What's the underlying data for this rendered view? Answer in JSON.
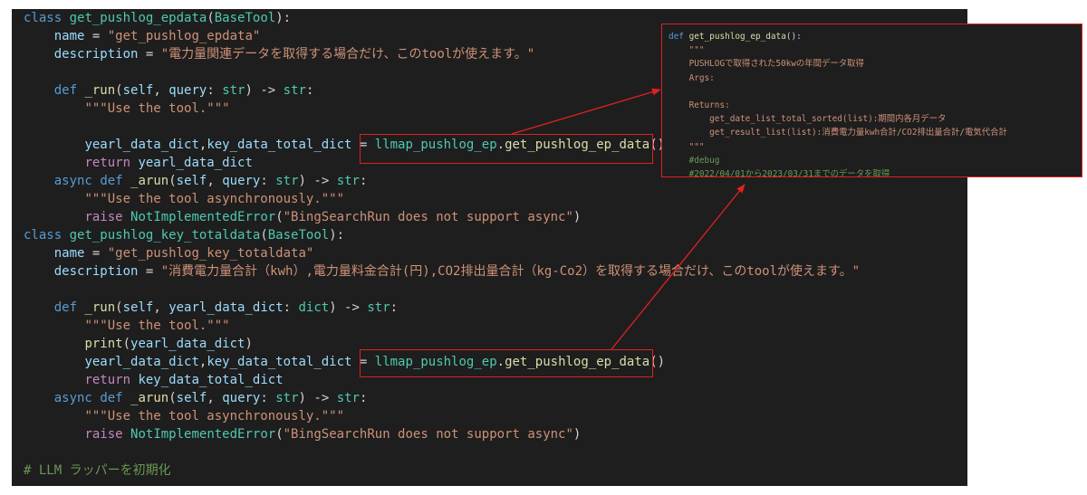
{
  "code": {
    "lines": [
      [
        {
          "t": "class",
          "c": "kw"
        },
        {
          "t": " ",
          "c": "op"
        },
        {
          "t": "get_pushlog_epdata",
          "c": "cls"
        },
        {
          "t": "(",
          "c": "op"
        },
        {
          "t": "BaseTool",
          "c": "cls"
        },
        {
          "t": "):",
          "c": "op"
        }
      ],
      [
        {
          "t": "    ",
          "c": "op"
        },
        {
          "t": "name",
          "c": "var"
        },
        {
          "t": " = ",
          "c": "op"
        },
        {
          "t": "\"get_pushlog_epdata\"",
          "c": "str"
        }
      ],
      [
        {
          "t": "    ",
          "c": "op"
        },
        {
          "t": "description",
          "c": "var"
        },
        {
          "t": " = ",
          "c": "op"
        },
        {
          "t": "\"電力量関連データを取得する場合だけ、このtoolが使えます。\"",
          "c": "str"
        }
      ],
      [],
      [
        {
          "t": "    ",
          "c": "op"
        },
        {
          "t": "def",
          "c": "kw"
        },
        {
          "t": " ",
          "c": "op"
        },
        {
          "t": "_run",
          "c": "fn"
        },
        {
          "t": "(",
          "c": "op"
        },
        {
          "t": "self",
          "c": "var"
        },
        {
          "t": ", ",
          "c": "op"
        },
        {
          "t": "query",
          "c": "var"
        },
        {
          "t": ": ",
          "c": "op"
        },
        {
          "t": "str",
          "c": "cls"
        },
        {
          "t": ") -> ",
          "c": "op"
        },
        {
          "t": "str",
          "c": "cls"
        },
        {
          "t": ":",
          "c": "op"
        }
      ],
      [
        {
          "t": "        ",
          "c": "op"
        },
        {
          "t": "\"\"\"Use the tool.\"\"\"",
          "c": "str"
        }
      ],
      [],
      [
        {
          "t": "        ",
          "c": "op"
        },
        {
          "t": "yearl_data_dict",
          "c": "var"
        },
        {
          "t": ",",
          "c": "op"
        },
        {
          "t": "key_data_total_dict",
          "c": "var"
        },
        {
          "t": " = ",
          "c": "op"
        },
        {
          "t": "llmap_pushlog_ep",
          "c": "cls"
        },
        {
          "t": ".",
          "c": "op"
        },
        {
          "t": "get_pushlog_ep_data",
          "c": "fn"
        },
        {
          "t": "()",
          "c": "op"
        }
      ],
      [
        {
          "t": "        ",
          "c": "op"
        },
        {
          "t": "return",
          "c": "ctrl"
        },
        {
          "t": " ",
          "c": "op"
        },
        {
          "t": "yearl_data_dict",
          "c": "var"
        }
      ],
      [
        {
          "t": "    ",
          "c": "op"
        },
        {
          "t": "async",
          "c": "kw"
        },
        {
          "t": " ",
          "c": "op"
        },
        {
          "t": "def",
          "c": "kw"
        },
        {
          "t": " ",
          "c": "op"
        },
        {
          "t": "_arun",
          "c": "fn"
        },
        {
          "t": "(",
          "c": "op"
        },
        {
          "t": "self",
          "c": "var"
        },
        {
          "t": ", ",
          "c": "op"
        },
        {
          "t": "query",
          "c": "var"
        },
        {
          "t": ": ",
          "c": "op"
        },
        {
          "t": "str",
          "c": "cls"
        },
        {
          "t": ") -> ",
          "c": "op"
        },
        {
          "t": "str",
          "c": "cls"
        },
        {
          "t": ":",
          "c": "op"
        }
      ],
      [
        {
          "t": "        ",
          "c": "op"
        },
        {
          "t": "\"\"\"Use the tool asynchronously.\"\"\"",
          "c": "str"
        }
      ],
      [
        {
          "t": "        ",
          "c": "op"
        },
        {
          "t": "raise",
          "c": "ctrl"
        },
        {
          "t": " ",
          "c": "op"
        },
        {
          "t": "NotImplementedError",
          "c": "cls"
        },
        {
          "t": "(",
          "c": "op"
        },
        {
          "t": "\"BingSearchRun does not support async\"",
          "c": "str"
        },
        {
          "t": ")",
          "c": "op"
        }
      ],
      [
        {
          "t": "class",
          "c": "kw"
        },
        {
          "t": " ",
          "c": "op"
        },
        {
          "t": "get_pushlog_key_totaldata",
          "c": "cls"
        },
        {
          "t": "(",
          "c": "op"
        },
        {
          "t": "BaseTool",
          "c": "cls"
        },
        {
          "t": "):",
          "c": "op"
        }
      ],
      [
        {
          "t": "    ",
          "c": "op"
        },
        {
          "t": "name",
          "c": "var"
        },
        {
          "t": " = ",
          "c": "op"
        },
        {
          "t": "\"get_pushlog_key_totaldata\"",
          "c": "str"
        }
      ],
      [
        {
          "t": "    ",
          "c": "op"
        },
        {
          "t": "description",
          "c": "var"
        },
        {
          "t": " = ",
          "c": "op"
        },
        {
          "t": "\"消費電力量合計（kwh）,電力量料金合計(円),CO2排出量合計（kg-Co2）を取得する場合だけ、このtoolが使えます。\"",
          "c": "str"
        }
      ],
      [],
      [
        {
          "t": "    ",
          "c": "op"
        },
        {
          "t": "def",
          "c": "kw"
        },
        {
          "t": " ",
          "c": "op"
        },
        {
          "t": "_run",
          "c": "fn"
        },
        {
          "t": "(",
          "c": "op"
        },
        {
          "t": "self",
          "c": "var"
        },
        {
          "t": ", ",
          "c": "op"
        },
        {
          "t": "yearl_data_dict",
          "c": "var"
        },
        {
          "t": ": ",
          "c": "op"
        },
        {
          "t": "dict",
          "c": "cls"
        },
        {
          "t": ") -> ",
          "c": "op"
        },
        {
          "t": "str",
          "c": "cls"
        },
        {
          "t": ":",
          "c": "op"
        }
      ],
      [
        {
          "t": "        ",
          "c": "op"
        },
        {
          "t": "\"\"\"Use the tool.\"\"\"",
          "c": "str"
        }
      ],
      [
        {
          "t": "        ",
          "c": "op"
        },
        {
          "t": "print",
          "c": "fn"
        },
        {
          "t": "(",
          "c": "op"
        },
        {
          "t": "yearl_data_dict",
          "c": "var"
        },
        {
          "t": ")",
          "c": "op"
        }
      ],
      [
        {
          "t": "        ",
          "c": "op"
        },
        {
          "t": "yearl_data_dict",
          "c": "var"
        },
        {
          "t": ",",
          "c": "op"
        },
        {
          "t": "key_data_total_dict",
          "c": "var"
        },
        {
          "t": " = ",
          "c": "op"
        },
        {
          "t": "llmap_pushlog_ep",
          "c": "cls"
        },
        {
          "t": ".",
          "c": "op"
        },
        {
          "t": "get_pushlog_ep_data",
          "c": "fn"
        },
        {
          "t": "()",
          "c": "op"
        }
      ],
      [
        {
          "t": "        ",
          "c": "op"
        },
        {
          "t": "return",
          "c": "ctrl"
        },
        {
          "t": " ",
          "c": "op"
        },
        {
          "t": "key_data_total_dict",
          "c": "var"
        }
      ],
      [
        {
          "t": "    ",
          "c": "op"
        },
        {
          "t": "async",
          "c": "kw"
        },
        {
          "t": " ",
          "c": "op"
        },
        {
          "t": "def",
          "c": "kw"
        },
        {
          "t": " ",
          "c": "op"
        },
        {
          "t": "_arun",
          "c": "fn"
        },
        {
          "t": "(",
          "c": "op"
        },
        {
          "t": "self",
          "c": "var"
        },
        {
          "t": ", ",
          "c": "op"
        },
        {
          "t": "query",
          "c": "var"
        },
        {
          "t": ": ",
          "c": "op"
        },
        {
          "t": "str",
          "c": "cls"
        },
        {
          "t": ") -> ",
          "c": "op"
        },
        {
          "t": "str",
          "c": "cls"
        },
        {
          "t": ":",
          "c": "op"
        }
      ],
      [
        {
          "t": "        ",
          "c": "op"
        },
        {
          "t": "\"\"\"Use the tool asynchronously.\"\"\"",
          "c": "str"
        }
      ],
      [
        {
          "t": "        ",
          "c": "op"
        },
        {
          "t": "raise",
          "c": "ctrl"
        },
        {
          "t": " ",
          "c": "op"
        },
        {
          "t": "NotImplementedError",
          "c": "cls"
        },
        {
          "t": "(",
          "c": "op"
        },
        {
          "t": "\"BingSearchRun does not support async\"",
          "c": "str"
        },
        {
          "t": ")",
          "c": "op"
        }
      ],
      [],
      [
        {
          "t": "# LLM ラッパーを初期化",
          "c": "cmt"
        }
      ]
    ]
  },
  "popup": {
    "lines": [
      [
        {
          "t": "def",
          "c": "kw"
        },
        {
          "t": " ",
          "c": "op"
        },
        {
          "t": "get_pushlog_ep_data",
          "c": "fn"
        },
        {
          "t": "():",
          "c": "op"
        }
      ],
      [
        {
          "t": "    \"\"\"",
          "c": "str"
        }
      ],
      [
        {
          "t": "    PUSHLOGで取得された50kwの年間データ取得",
          "c": "str"
        }
      ],
      [
        {
          "t": "    Args:",
          "c": "str"
        }
      ],
      [],
      [
        {
          "t": "    Returns:",
          "c": "str"
        }
      ],
      [
        {
          "t": "        get_date_list_total_sorted(list):期間内各月データ",
          "c": "str"
        }
      ],
      [
        {
          "t": "        get_result_list(list):消費電力量kwh合計/CO2排出量合計/電気代合計",
          "c": "str"
        }
      ],
      [
        {
          "t": "    \"\"\"",
          "c": "str"
        }
      ],
      [
        {
          "t": "    #debug",
          "c": "cmt"
        }
      ],
      [
        {
          "t": "    #2022/04/01から2023/03/31までのデータを取得",
          "c": "cmt"
        }
      ]
    ]
  },
  "colors": {
    "annotation": "#e02020",
    "editor_bg": "#1e1e1e"
  }
}
